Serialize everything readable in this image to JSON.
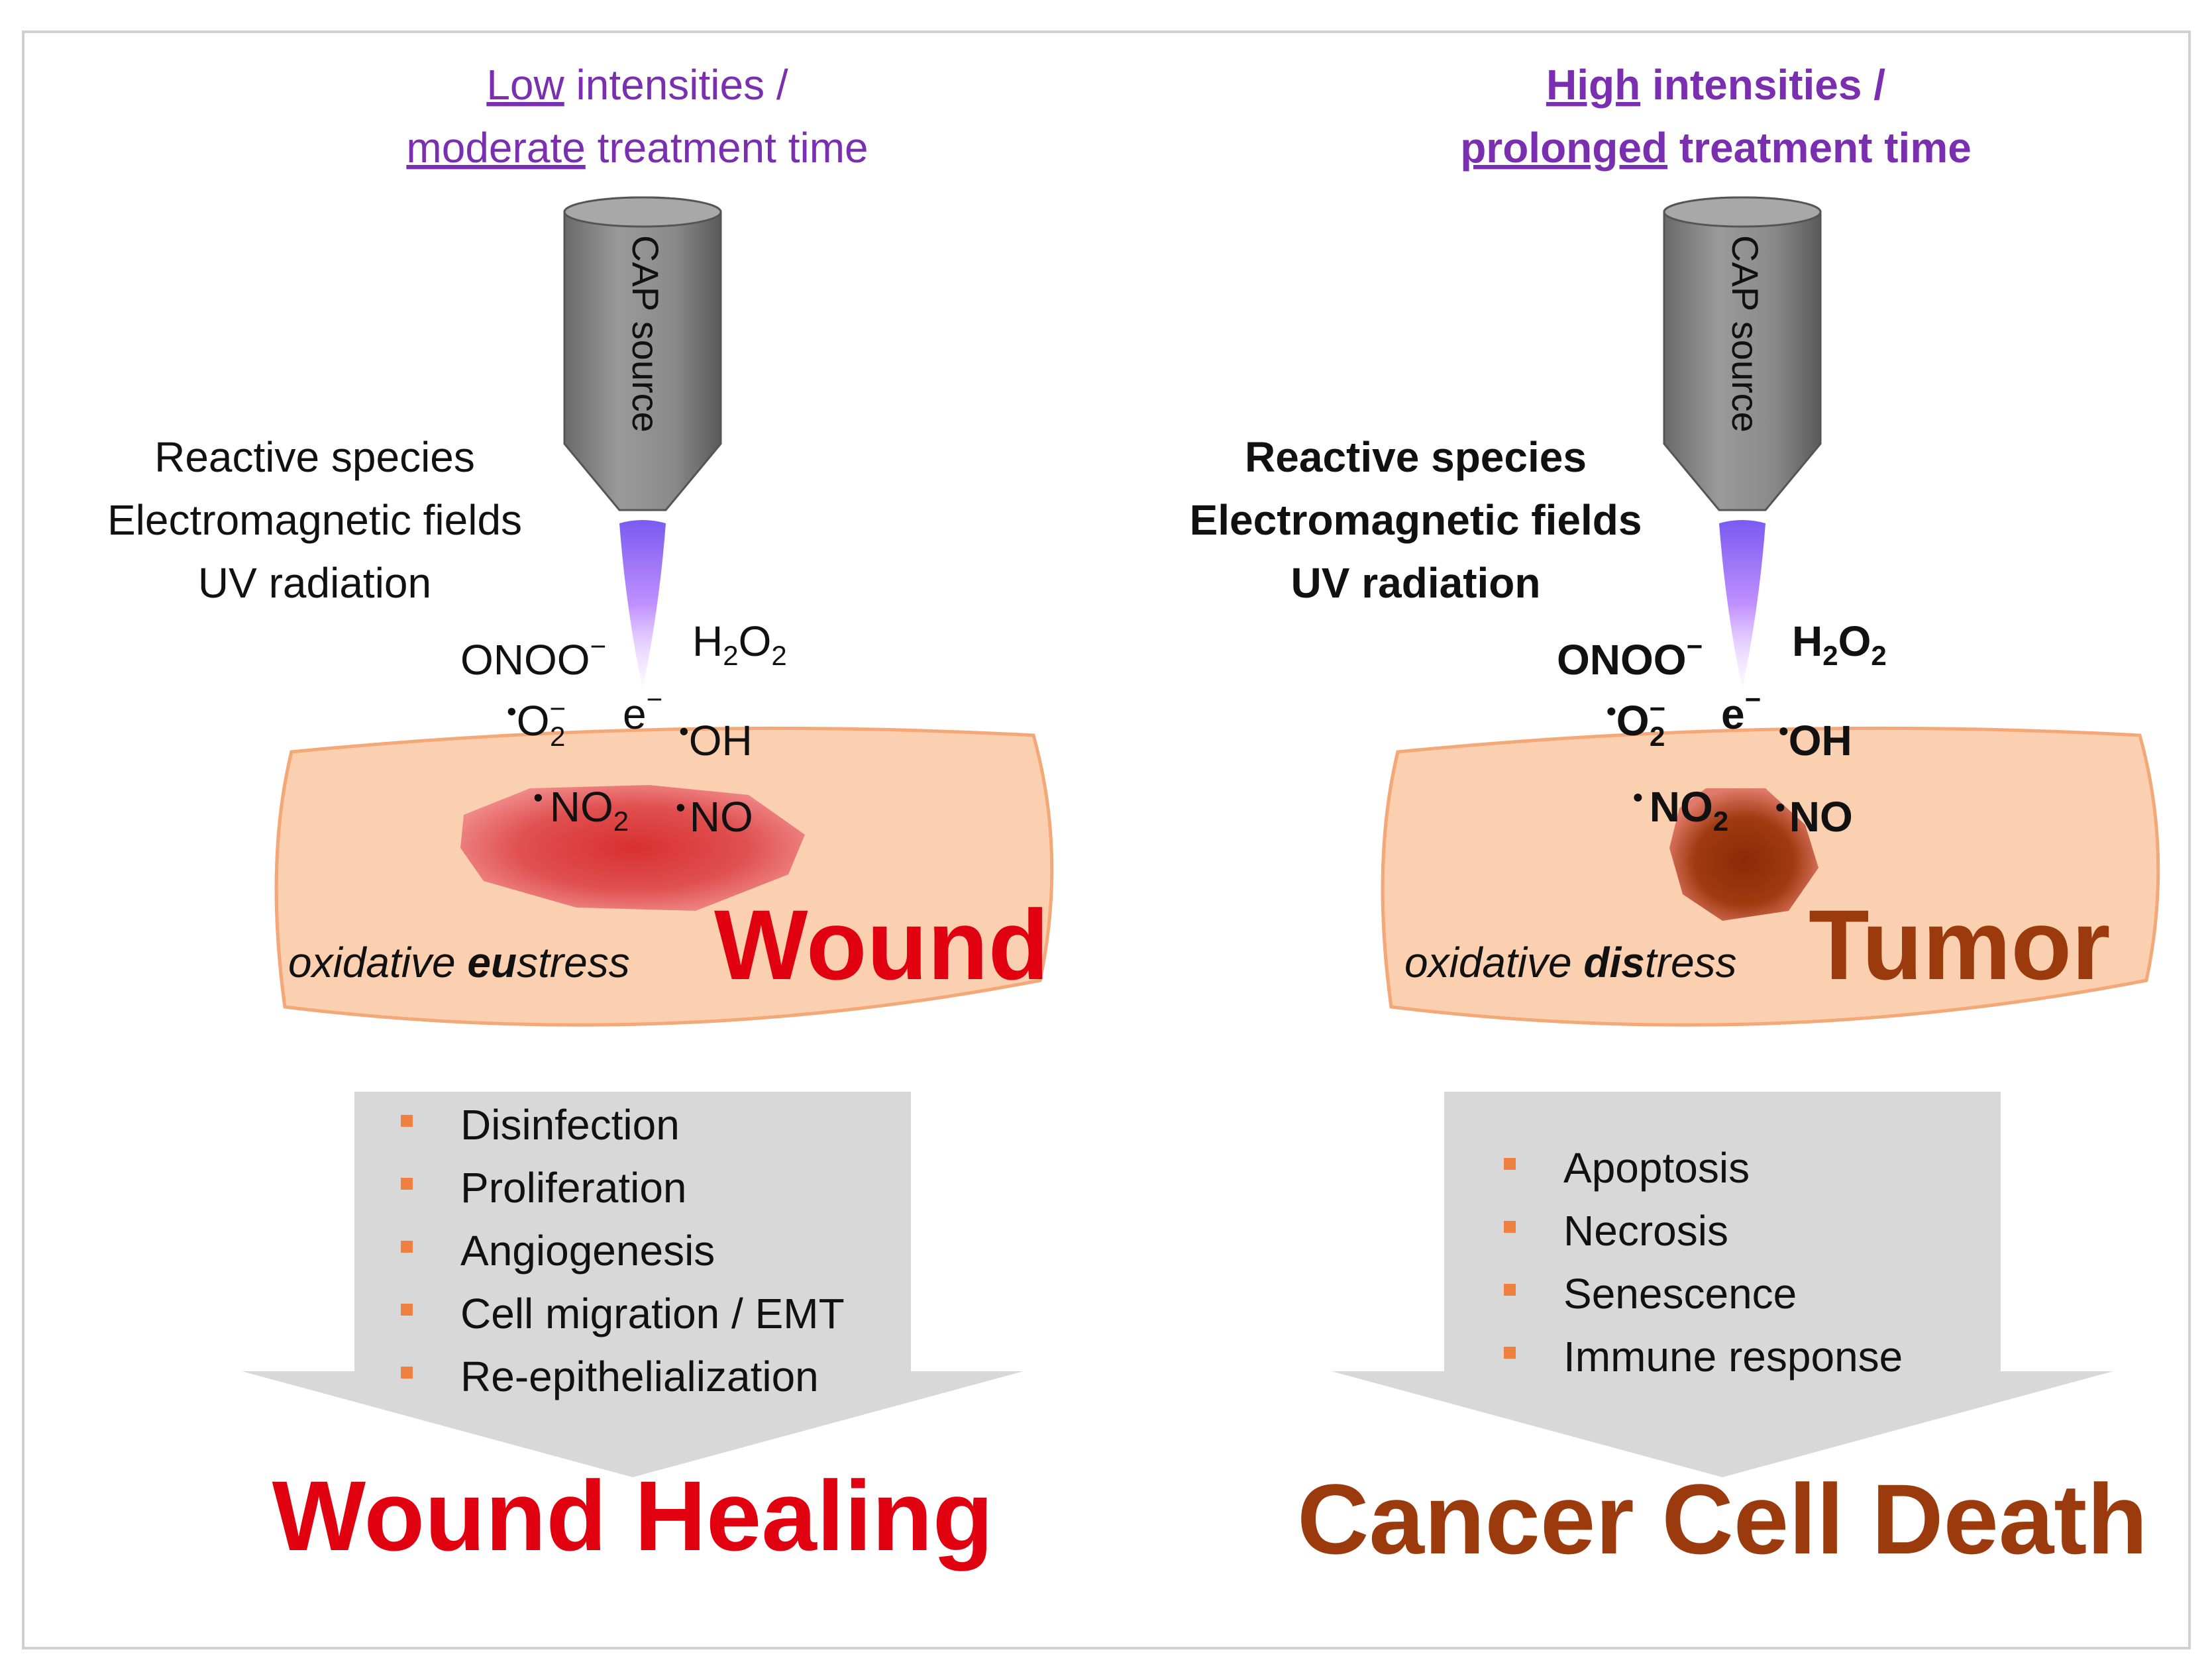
{
  "left": {
    "header": {
      "line1_u": "Low",
      "line1_rest": " intensities /",
      "line2_u": "moderate",
      "line2_rest": " treatment time"
    },
    "source_label": "CAP source",
    "effects": [
      "Reactive species",
      "Electromagnetic fields",
      "UV radiation"
    ],
    "species": {
      "onoo": "ONOO",
      "h2o2_h": "H",
      "h2o2_2a": "2",
      "h2o2_o": "O",
      "h2o2_2b": "2",
      "o2": "O",
      "o2_sub": "2",
      "e": "e",
      "oh": "OH",
      "no2": "NO",
      "no2_sub": "2",
      "no": "NO",
      "minus": "−",
      "dot": "•"
    },
    "stress_prefix": "oxidative ",
    "stress_bold": "eu",
    "stress_suffix": "stress",
    "tissue_label": "Wound",
    "outcomes": [
      "Disinfection",
      "Proliferation",
      "Angiogenesis",
      "Cell migration / EMT",
      "Re-epithelialization"
    ],
    "result": "Wound Healing"
  },
  "right": {
    "header": {
      "line1_u": "High",
      "line1_rest": " intensities /",
      "line2_u": "prolonged",
      "line2_rest": " treatment time"
    },
    "source_label": "CAP source",
    "effects": [
      "Reactive species",
      "Electromagnetic fields",
      "UV radiation"
    ],
    "species": {
      "onoo": "ONOO",
      "h2o2_h": "H",
      "h2o2_2a": "2",
      "h2o2_o": "O",
      "h2o2_2b": "2",
      "o2": "O",
      "o2_sub": "2",
      "e": "e",
      "oh": "OH",
      "no2": "NO",
      "no2_sub": "2",
      "no": "NO",
      "minus": "−",
      "dot": "•"
    },
    "stress_prefix": "oxidative ",
    "stress_bold": "dis",
    "stress_suffix": "tress",
    "tissue_label": "Tumor",
    "outcomes": [
      "Apoptosis",
      "Necrosis",
      "Senescence",
      "Immune response"
    ],
    "result": "Cancer Cell Death"
  },
  "colors": {
    "header": "#7a2fb0",
    "wound": "#e00010",
    "tumor": "#9b3a0c",
    "tissue": "#fbd0b0",
    "tissue_stroke": "#f4a878",
    "bullet": "#f08040",
    "arrow": "#d8d8d8",
    "plasma": "#b070f0"
  }
}
